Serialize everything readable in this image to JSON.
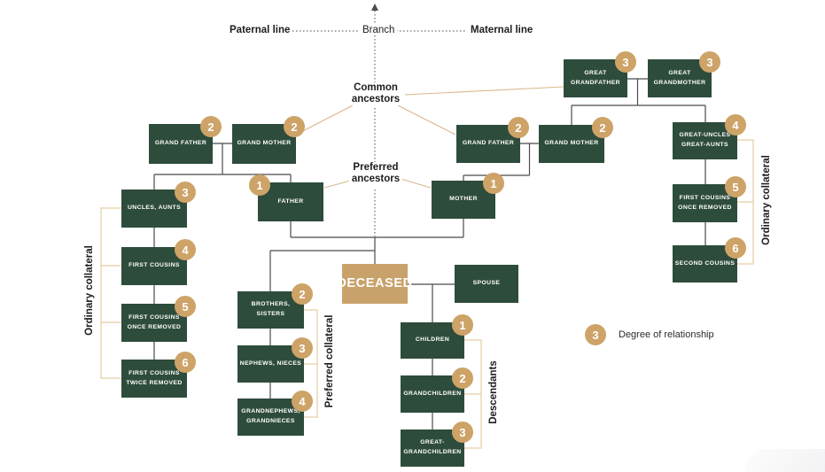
{
  "colors": {
    "box_green": "#2E4C3C",
    "accent_tan": "#CDA368",
    "deceased_tan": "#C9A26B",
    "bracket_tan": "#E6CDA4",
    "pointer_tan": "#D9B88C",
    "connector": "#4B4B4B"
  },
  "header": {
    "paternal_line": "Paternal line",
    "branch": "Branch",
    "maternal_line": "Maternal line"
  },
  "annotations": {
    "common_ancestors": "Common\nancestors",
    "preferred_ancestors": "Preferred\nancestors",
    "ordinary_collateral_left": "Ordinary collateral",
    "preferred_collateral": "Preferred collateral",
    "descendants": "Descendants",
    "ordinary_collateral_right": "Ordinary collateral"
  },
  "legend": {
    "badge": "3",
    "label": "Degree of relationship"
  },
  "nodes": {
    "great_grandfather": {
      "label": "GREAT GRANDFATHER",
      "badge": "3"
    },
    "great_grandmother": {
      "label": "GREAT GRANDMOTHER",
      "badge": "3"
    },
    "paternal_grandfather": {
      "label": "GRAND FATHER",
      "badge": "2"
    },
    "paternal_grandmother": {
      "label": "GRAND MOTHER",
      "badge": "2"
    },
    "maternal_grandfather": {
      "label": "GRAND FATHER",
      "badge": "2"
    },
    "maternal_grandmother": {
      "label": "GRAND MOTHER",
      "badge": "2"
    },
    "father": {
      "label": "FATHER",
      "badge": "1"
    },
    "mother": {
      "label": "MOTHER",
      "badge": "1"
    },
    "uncles_aunts": {
      "label": "UNCLES, AUNTS",
      "badge": "3"
    },
    "first_cousins": {
      "label": "FIRST COUSINS",
      "badge": "4"
    },
    "first_cousins_once_removed_left": {
      "label": "FIRST COUSINS\nONCE REMOVED",
      "badge": "5"
    },
    "first_cousins_twice_removed": {
      "label": "FIRST COUSINS\nTWICE REMOVED",
      "badge": "6"
    },
    "brothers_sisters": {
      "label": "BROTHERS, SISTERS",
      "badge": "2"
    },
    "nephews_nieces": {
      "label": "NEPHEWS, NIECES",
      "badge": "3"
    },
    "grandnephews_grandnieces": {
      "label": "GRANDNEPHEWS,\nGRANDNIECES",
      "badge": "4"
    },
    "deceased": {
      "label": "DECEASED"
    },
    "spouse": {
      "label": "SPOUSE"
    },
    "children": {
      "label": "CHILDREN",
      "badge": "1"
    },
    "grandchildren": {
      "label": "GRANDCHILDREN",
      "badge": "2"
    },
    "great_grandchildren": {
      "label": "GREAT-\nGRANDCHILDREN",
      "badge": "3"
    },
    "great_uncles_aunts": {
      "label": "GREAT-UNCLES\nGREAT-AUNTS",
      "badge": "4"
    },
    "first_cousins_once_removed_right": {
      "label": "FIRST COUSINS\nONCE REMOVED",
      "badge": "5"
    },
    "second_cousins": {
      "label": "SECOND COUSINS",
      "badge": "6"
    }
  }
}
